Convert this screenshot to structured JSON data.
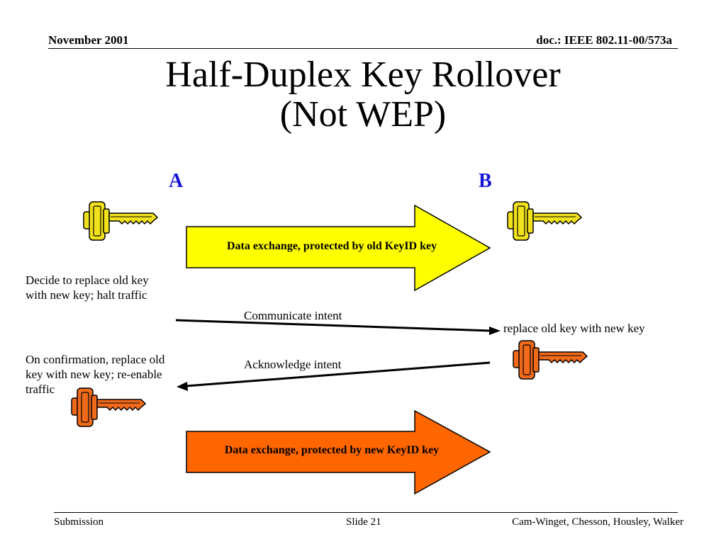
{
  "header": {
    "date": "November 2001",
    "doc_id": "doc.: IEEE 802.11-00/573a"
  },
  "title": {
    "line1": "Half-Duplex Key Rollover",
    "line2": "(Not WEP)"
  },
  "parties": {
    "a": "A",
    "b": "B"
  },
  "arrows": {
    "old_exchange": "Data exchange, protected by old KeyID key",
    "new_exchange": "Data exchange, protected by new KeyID key",
    "intent": "Communicate intent",
    "ack": "Acknowledge intent"
  },
  "notes": {
    "a_decide_line1": "Decide to replace old key",
    "a_decide_line2": "with new key; halt traffic",
    "b_replace": "replace old key with new key",
    "a_confirm_line1": "On confirmation, replace old",
    "a_confirm_line2": "key with new key; re-enable",
    "a_confirm_line3": "traffic"
  },
  "colors": {
    "old_key": "#f2e21c",
    "new_key": "#f06a1a",
    "old_arrow_fill": "#ffff00",
    "new_arrow_fill": "#ff6600",
    "party_label": "#1616d8"
  },
  "footer": {
    "left": "Submission",
    "center": "Slide 21",
    "right": "Cam-Winget, Chesson, Housley, Walker"
  }
}
